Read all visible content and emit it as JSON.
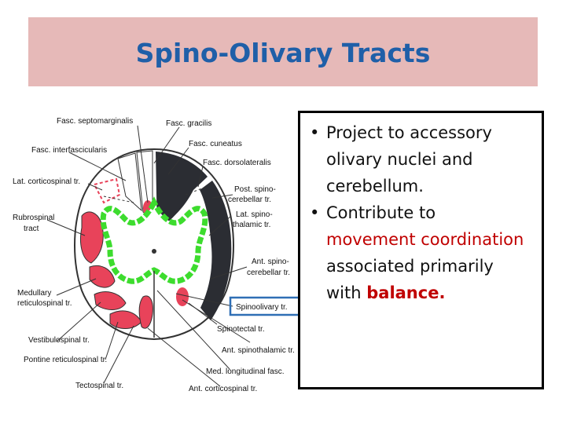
{
  "slide": {
    "title": "Spino-Olivary Tracts"
  },
  "diagram": {
    "labels": {
      "fasc_septomarginalis": "Fasc. septomarginalis",
      "fasc_gracilis": "Fasc. gracilis",
      "fasc_interfascicularis": "Fasc. interfascicularis",
      "fasc_cuneatus": "Fasc. cuneatus",
      "fasc_dorsolateralis": "Fasc. dorsolateralis",
      "lat_corticospinal": "Lat. corticospinal tr.",
      "post_spino_1": "Post. spino-",
      "post_spino_2": "cerebellar tr.",
      "rubrospinal_1": "Rubrospinal",
      "rubrospinal_2": "tract",
      "lat_spino_1": "Lat. spino-",
      "lat_spino_2": "thalamic tr.",
      "ant_spino_1": "Ant. spino-",
      "ant_spino_2": "cerebellar tr.",
      "medullary_1": "Medullary",
      "medullary_2": "reticulospinal tr.",
      "spinoolivary": "Spinoolivary tr.",
      "spinotectal": "Spinotectal tr.",
      "vestibulospinal": "Vestibulospinal tr.",
      "ant_spinothalamic": "Ant. spinothalamic tr.",
      "pontine": "Pontine reticulospinal tr.",
      "med_longitudinal": "Med. longitudinal fasc.",
      "tectospinal": "Tectospinal tr.",
      "ant_corticospinal": "Ant. corticospinal tr."
    }
  },
  "textbox": {
    "bullet1_lines": [
      "Project to accessory",
      "olivary nuclei and",
      "cerebellum."
    ],
    "bullet2_line1": "Contribute to",
    "bullet2_highlight": "movement coordination",
    "bullet2_line3": "associated primarily",
    "bullet2_line4_prefix": "with ",
    "bullet2_emphasis": "balance."
  },
  "colors": {
    "title": "#1f5fa8",
    "title_bar": "#e6b9b8",
    "tract_red": "#e8435a",
    "gray_matter_green": "#3ddc2e",
    "dorsal_dark": "#2b2d33",
    "highlight_box": "#2f6fb5",
    "emphasis_red": "#c00000"
  }
}
